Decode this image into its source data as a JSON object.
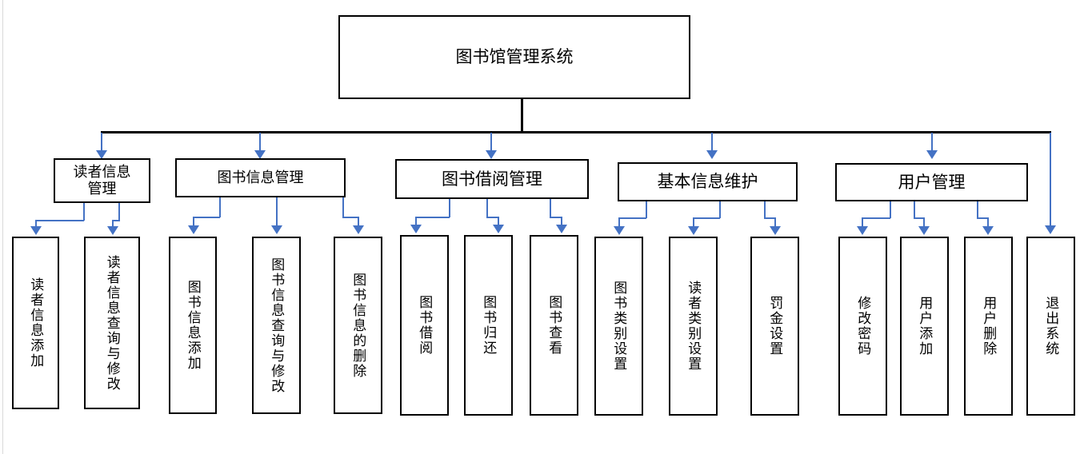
{
  "diagram": {
    "title": "图书馆管理系统",
    "type": "hierarchy-tree",
    "colors": {
      "box_border": "#000000",
      "box_fill": "#ffffff",
      "bus_line": "#000000",
      "connector": "#4472c4",
      "text": "#000000",
      "page_gutter": "#d9d9d9"
    },
    "root": {
      "label": "图书馆管理系统"
    },
    "branches": [
      {
        "id": "reader-info-management",
        "label": "读者信息\n管理",
        "label_line1": "读者信息",
        "label_line2": "管理",
        "children": [
          {
            "id": "reader-info-add",
            "label": "读者信息添加"
          },
          {
            "id": "reader-info-query-modify",
            "label": "读者信息查询与修改"
          }
        ]
      },
      {
        "id": "book-info-management",
        "label": "图书信息管理",
        "children": [
          {
            "id": "book-info-add",
            "label": "图书信息添加"
          },
          {
            "id": "book-info-query-modify",
            "label": "图书信息查询与修改"
          },
          {
            "id": "book-info-delete",
            "label": "图书信息的删除"
          }
        ]
      },
      {
        "id": "book-borrow-management",
        "label": "图书借阅管理",
        "children": [
          {
            "id": "book-borrow",
            "label": "图书借阅"
          },
          {
            "id": "book-return",
            "label": "图书归还"
          },
          {
            "id": "book-view",
            "label": "图书查看"
          }
        ]
      },
      {
        "id": "basic-info-maintenance",
        "label": "基本信息维护",
        "children": [
          {
            "id": "book-category-setting",
            "label": "图书类别设置"
          },
          {
            "id": "reader-category-setting",
            "label": "读者类别设置"
          },
          {
            "id": "fine-setting",
            "label": "罚金设置"
          }
        ]
      },
      {
        "id": "user-management",
        "label": "用户管理",
        "children": [
          {
            "id": "change-password",
            "label": "修改密码"
          },
          {
            "id": "user-add",
            "label": "用户添加"
          },
          {
            "id": "user-delete",
            "label": "用户删除"
          }
        ]
      }
    ],
    "standalone_leaves": [
      {
        "id": "exit-system",
        "label": "退出系统"
      }
    ]
  }
}
